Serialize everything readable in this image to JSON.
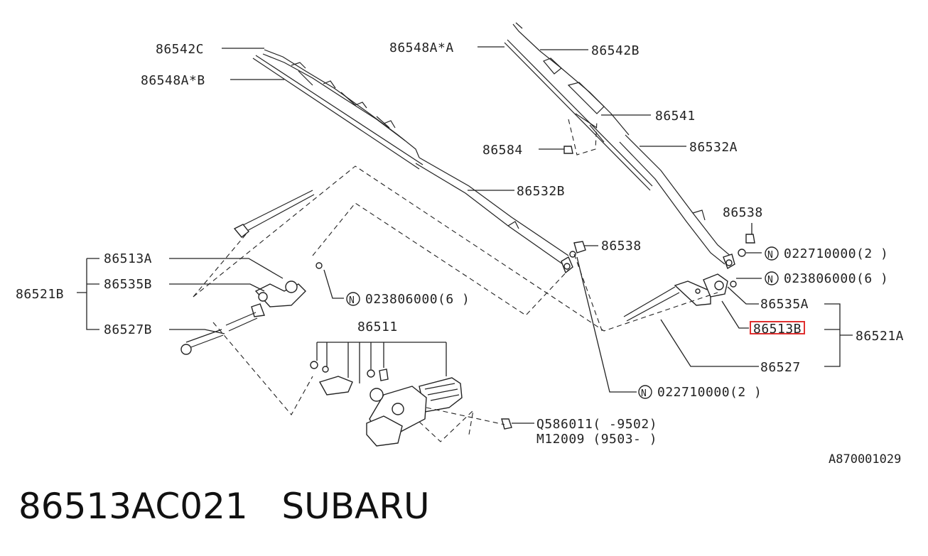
{
  "caption": {
    "part_number": "86513AC021",
    "brand": "SUBARU"
  },
  "figure_ref": "A870001029",
  "highlight_color": "#e03030",
  "labels": {
    "l86542C": "86542C",
    "l86548AB": "86548A*B",
    "l86548AA": "86548A*A",
    "l86542B": "86542B",
    "l86541": "86541",
    "l86584": "86584",
    "l86532A": "86532A",
    "l86532B": "86532B",
    "l86538a": "86538",
    "l86538b": "86538",
    "lN1": "022710000(2 )",
    "lN2": "023806000(6 )",
    "l86535A": "86535A",
    "l86513B": "86513B",
    "l86521A": "86521A",
    "l86527": "86527",
    "lN3": "022710000(2 )",
    "l86513A": "86513A",
    "l86535B": "86535B",
    "l86521B": "86521B",
    "l86527B": "86527B",
    "lN4": "023806000(6 )",
    "l86511": "86511",
    "lQ586011": "Q586011(     -9502)",
    "lM12009": "M12009 (9503-     )"
  },
  "n_marker": "N"
}
